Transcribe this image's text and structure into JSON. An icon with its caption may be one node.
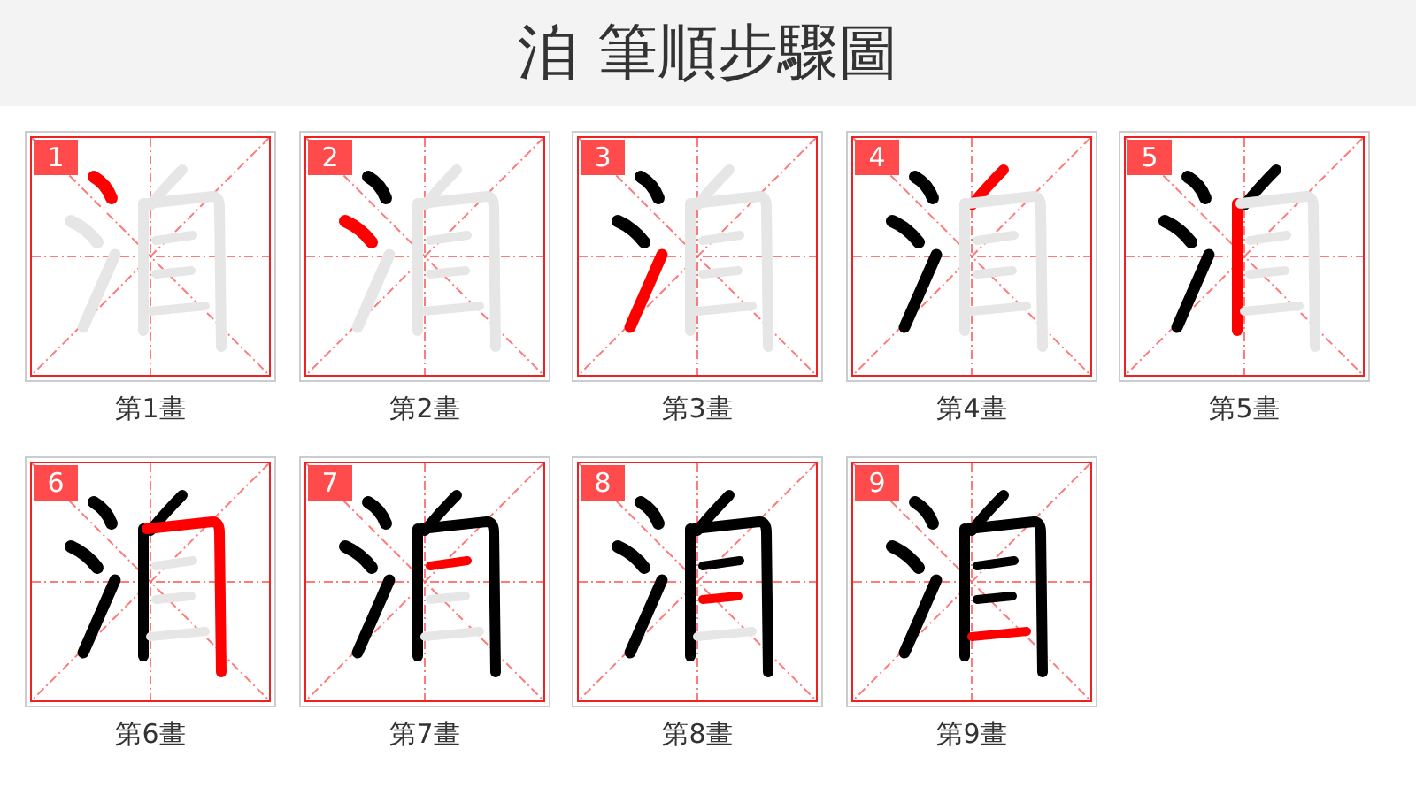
{
  "diagram": {
    "title": "洎 筆順步驟圖",
    "nodes": [
      {
        "text": [
          "1"
        ],
        "beside": [
          "第1畫"
        ]
      },
      {
        "text": [
          "2"
        ],
        "beside": [
          "第2畫"
        ]
      },
      {
        "text": [
          "3"
        ],
        "beside": [
          "第3畫"
        ]
      },
      {
        "text": [
          "4"
        ],
        "beside": [
          "第4畫"
        ]
      },
      {
        "text": [
          "5"
        ],
        "beside": [
          "第5畫"
        ]
      },
      {
        "text": [
          "6"
        ],
        "beside": [
          "第6畫"
        ]
      },
      {
        "text": [
          "7"
        ],
        "beside": [
          "第7畫"
        ]
      },
      {
        "text": [
          "8"
        ],
        "beside": [
          "第8畫"
        ]
      },
      {
        "text": [
          "9"
        ],
        "beside": [
          "第9畫"
        ]
      }
    ]
  }
}
